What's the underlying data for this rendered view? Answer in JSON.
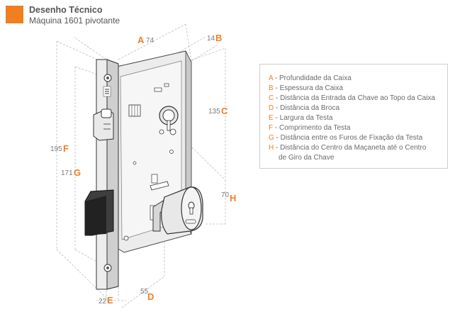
{
  "header": {
    "title": "Desenho Técnico",
    "subtitle": "Máquina 1601 pivotante"
  },
  "dimensions": [
    {
      "id": "A",
      "value": "74"
    },
    {
      "id": "B",
      "value": "14"
    },
    {
      "id": "C",
      "value": "135"
    },
    {
      "id": "D",
      "value": "55"
    },
    {
      "id": "E",
      "value": "22"
    },
    {
      "id": "F",
      "value": "195"
    },
    {
      "id": "G",
      "value": "171"
    },
    {
      "id": "H",
      "value": "70"
    }
  ],
  "legend": [
    {
      "letter": "A",
      "sep": " - ",
      "text": "Profundidade da Caixa"
    },
    {
      "letter": "B",
      "sep": " - ",
      "text": "Espessura da Caixa"
    },
    {
      "letter": "C",
      "sep": " - ",
      "text": "Distância da Entrada da Chave ao Topo da Caixa"
    },
    {
      "letter": "D",
      "sep": " - ",
      "text": "Distância da Broca"
    },
    {
      "letter": "E",
      "sep": " - ",
      "text": "Largura da Testa"
    },
    {
      "letter": "F",
      "sep": " - ",
      "text": "Comprimento da Testa"
    },
    {
      "letter": "G",
      "sep": " - ",
      "text": "Distância entre os Furos de Fixação da Testa"
    },
    {
      "letter": "H",
      "sep": " - ",
      "text": "Distância do Centro da Maçaneta até o Centro",
      "text2": "de Giro da Chave"
    }
  ],
  "colors": {
    "accent": "#f07f21",
    "text": "#555555",
    "line": "#bdbdbd"
  }
}
